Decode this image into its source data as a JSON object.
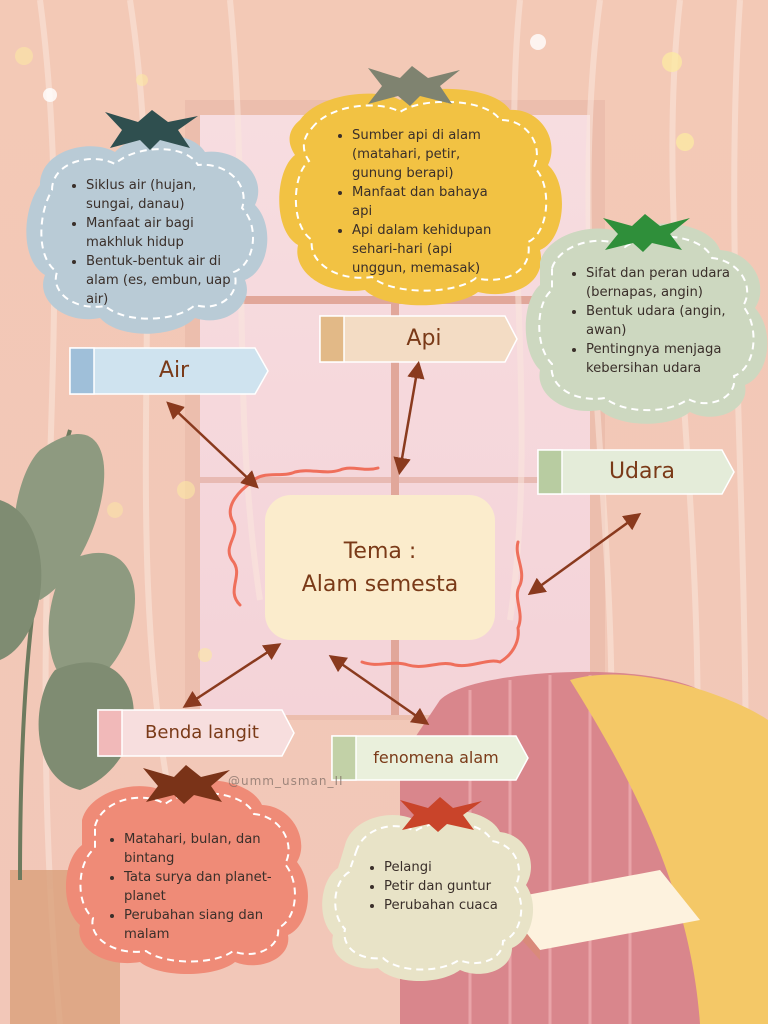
{
  "center": {
    "line1": "Tema :",
    "line2": "Alam semesta"
  },
  "signature": "@umm_usman_II",
  "topics": {
    "air": {
      "label": "Air",
      "items": [
        "Siklus air (hujan, sungai, danau)",
        "Manfaat air bagi makhluk hidup",
        "Bentuk-bentuk air di alam (es, embun, uap air)"
      ]
    },
    "api": {
      "label": "Api",
      "items": [
        "Sumber api di alam (matahari, petir, gunung berapi)",
        "Manfaat dan bahaya api",
        "Api dalam kehidupan sehari-hari (api unggun, memasak)"
      ]
    },
    "udara": {
      "label": "Udara",
      "items": [
        "Sifat dan peran udara (bernapas, angin)",
        "Bentuk udara (angin, awan)",
        "Pentingnya menjaga kebersihan udara"
      ]
    },
    "benda_langit": {
      "label": "Benda langit",
      "items": [
        "Matahari, bulan, dan bintang",
        "Tata surya dan planet-planet",
        "Perubahan siang dan malam"
      ]
    },
    "fenomena_alam": {
      "label": "fenomena alam",
      "items": [
        "Pelangi",
        "Petir dan guntur",
        "Perubahan cuaca"
      ]
    }
  },
  "colors": {
    "arrow": "#8a3a1e",
    "air_cloud": "#b9cbd6",
    "api_cloud": "#f2c243",
    "udara_cloud": "#cdd8c0",
    "benda_cloud": "#ef8b77",
    "fenomena_cloud": "#e8e3c7",
    "center_box": "#fbeccc"
  }
}
